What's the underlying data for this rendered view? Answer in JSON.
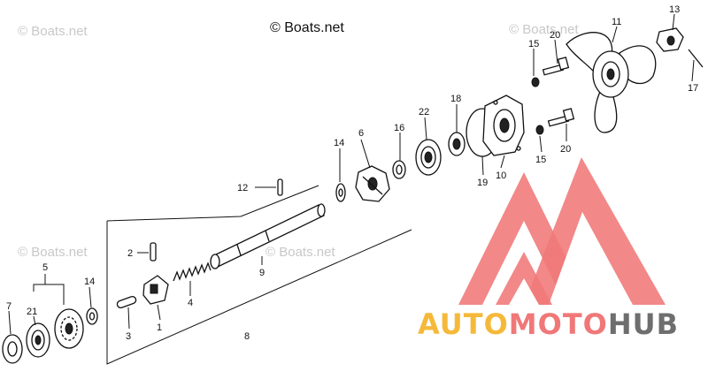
{
  "copyright": "© Boats.net",
  "watermark": "© Boats.net",
  "logo": {
    "part1": "AUTO",
    "part2": "MOTO",
    "part3": "HUB",
    "colors": {
      "red": "#f07878",
      "orange": "#f5b93a",
      "gray": "#6e6e6e"
    }
  },
  "callouts": {
    "c1": "1",
    "c2": "2",
    "c3": "3",
    "c4": "4",
    "c5": "5",
    "c6": "6",
    "c7": "7",
    "c8": "8",
    "c9": "9",
    "c10": "10",
    "c11": "11",
    "c12": "12",
    "c13": "13",
    "c14a": "14",
    "c14b": "14",
    "c15a": "15",
    "c15b": "15",
    "c16": "16",
    "c17": "17",
    "c18": "18",
    "c19": "19",
    "c20a": "20",
    "c20b": "20",
    "c21": "21",
    "c22": "22"
  }
}
